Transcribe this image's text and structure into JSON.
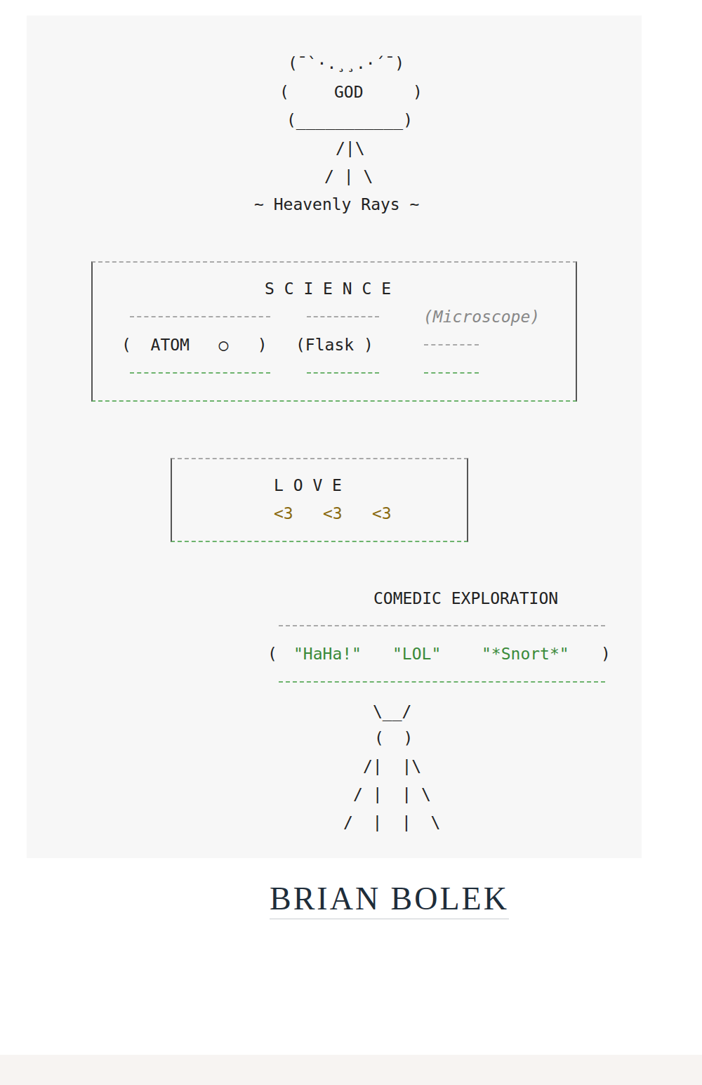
{
  "diagram": {
    "nodes": [
      {
        "text": [
          "GOD"
        ]
      },
      {
        "text": [
          "S C I E N C E"
        ]
      },
      {
        "text": [
          "(  ATOM   ○   )"
        ],
        "in": 1
      },
      {
        "text": [
          "(Flask )"
        ],
        "in": 1
      },
      {
        "text": [
          "(Microscope)"
        ],
        "in": 1
      },
      {
        "text": [
          "L O V E",
          "<3",
          "<3",
          "<3"
        ]
      },
      {
        "text": [
          "COMEDIC EXPLORATION",
          "\"HaHa!\"",
          "\"LOL\"",
          "\"*Snort*\""
        ]
      }
    ],
    "edges": [],
    "labels": [
      "(¯`·.¸¸.·´¯)",
      "(",
      ")",
      "(___________)",
      "/|\\",
      "/ | \\",
      "~ Heavenly Rays ~",
      "(",
      ")",
      "\\__/",
      "(  )",
      "/|  |\\",
      "/ |  | \\",
      "/  |  |  \\",
      "BRIAN BOLEK"
    ]
  }
}
